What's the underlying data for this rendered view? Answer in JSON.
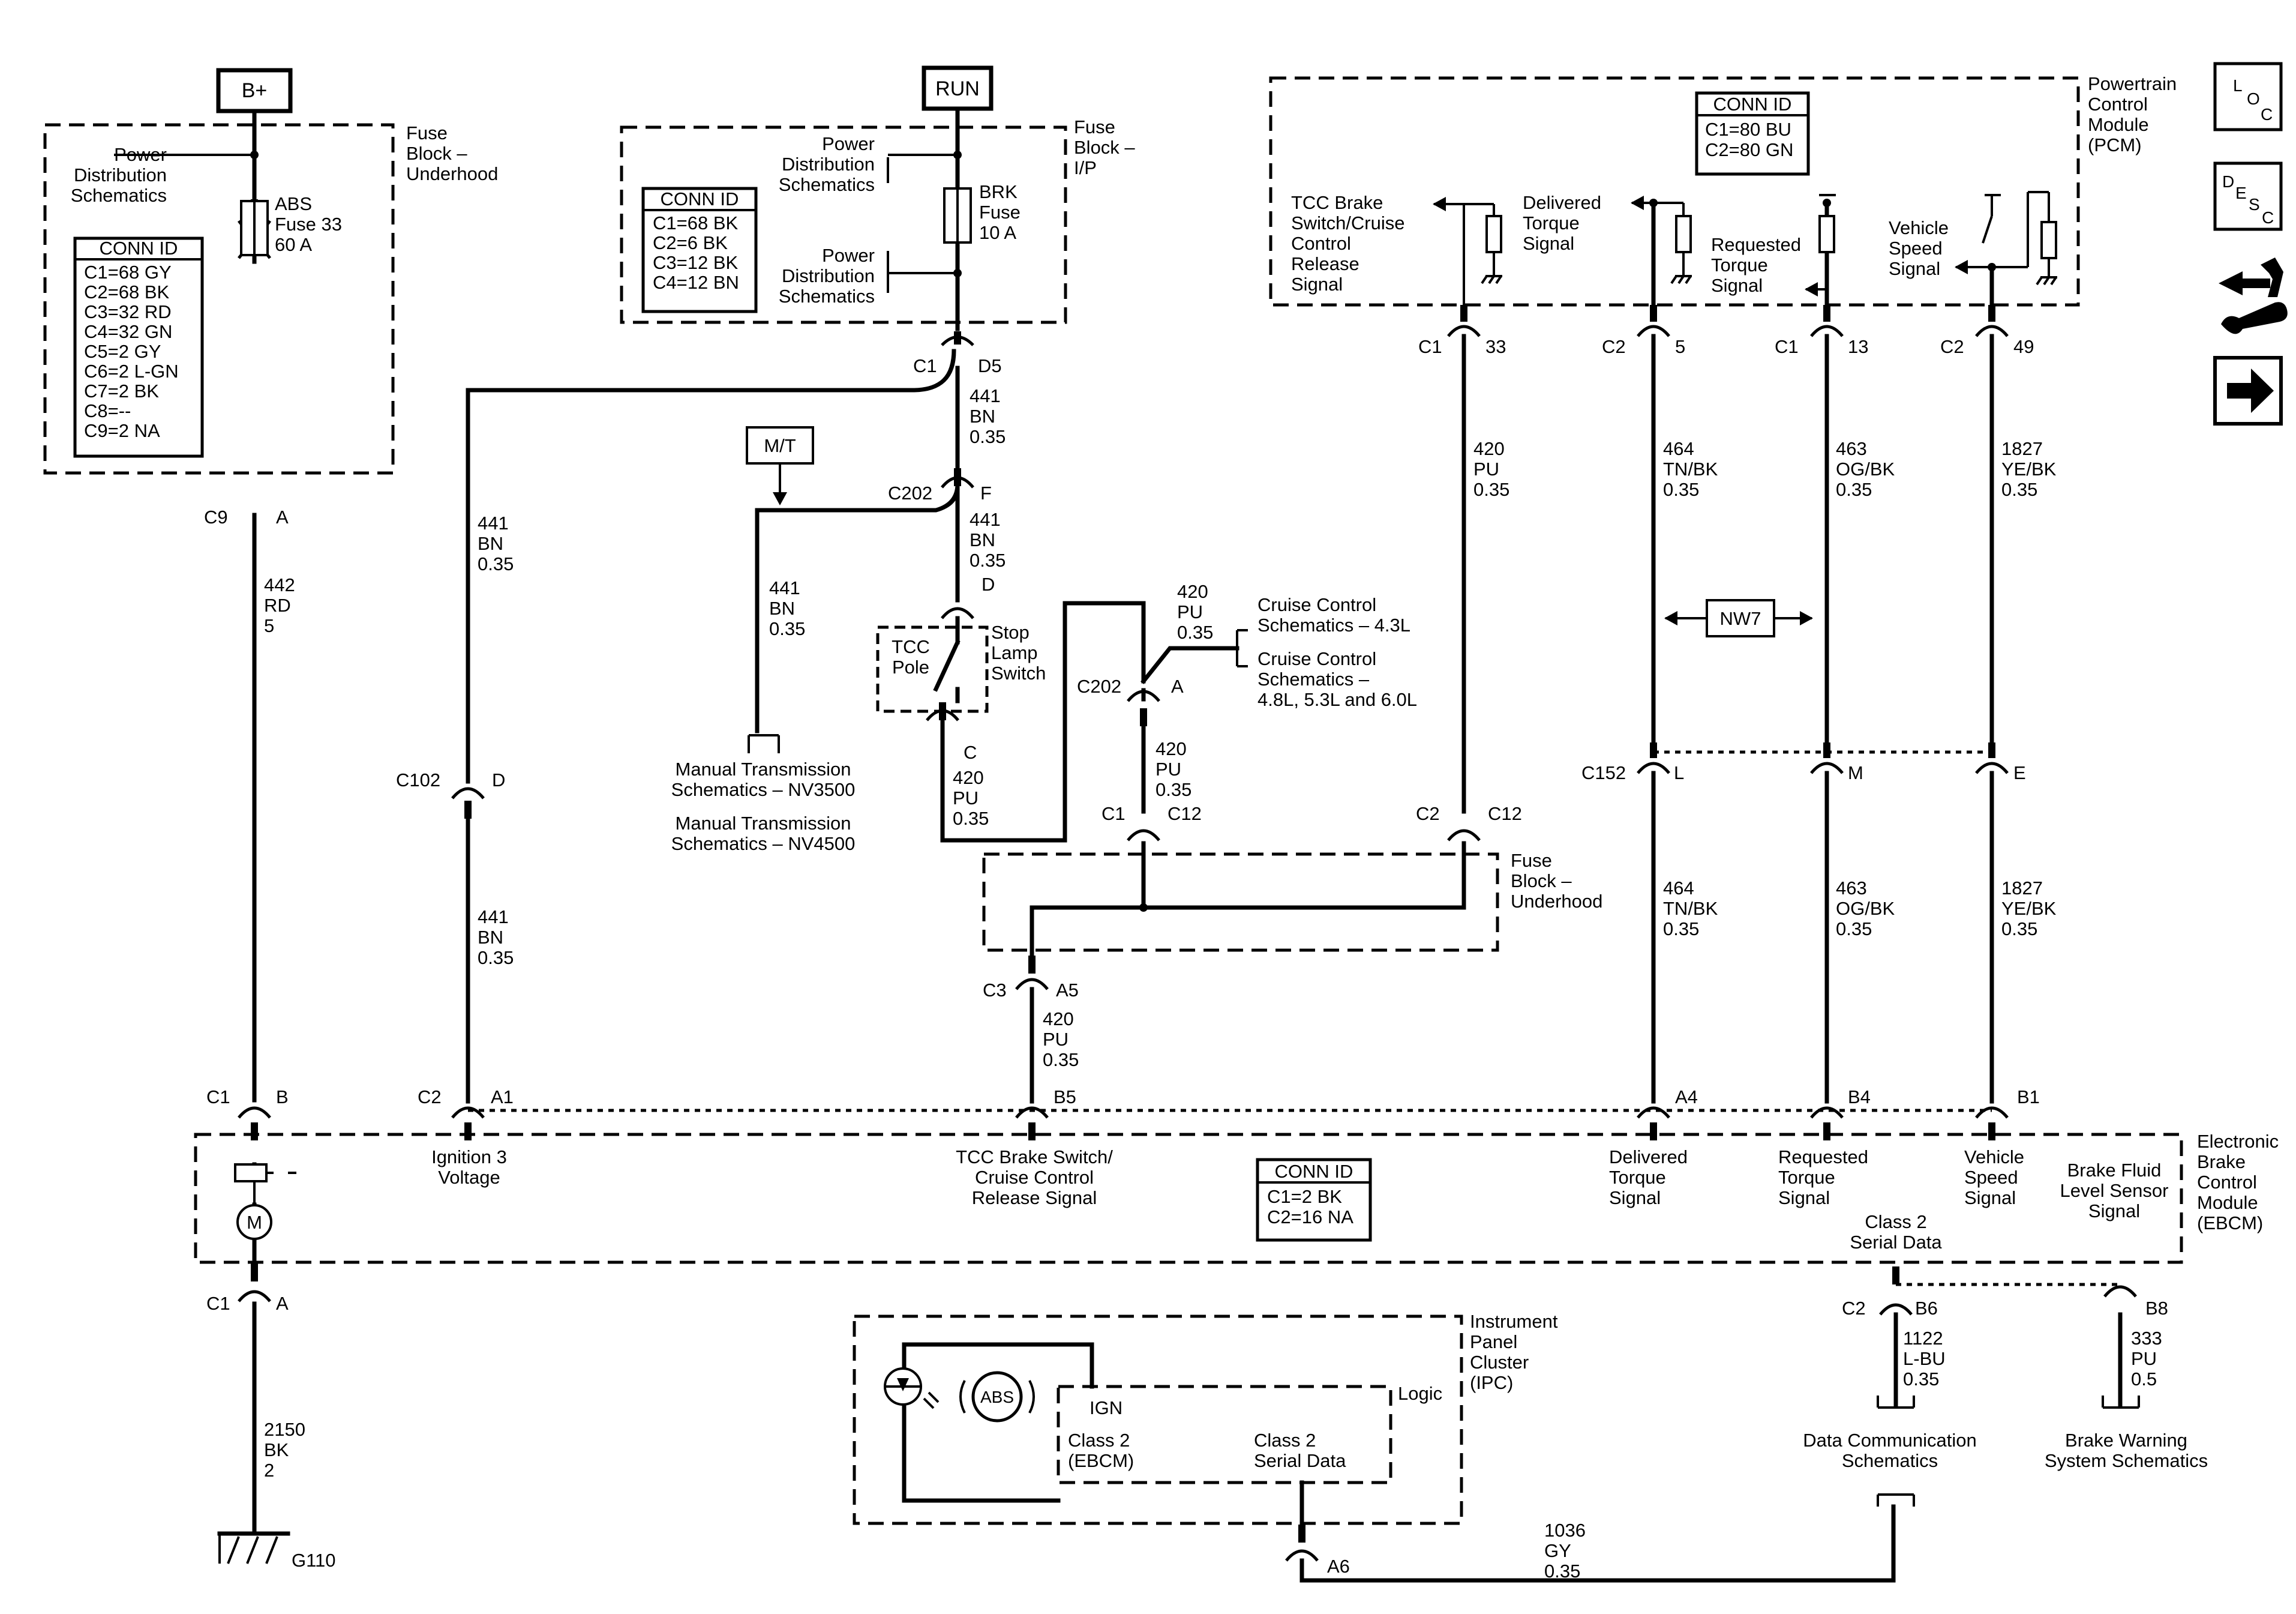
{
  "supplies": {
    "bplus": "B+",
    "run": "RUN",
    "mt": "M/T"
  },
  "nav_icons": {
    "loc": [
      "L",
      "O",
      "C"
    ],
    "desc": [
      "D",
      "E",
      "S",
      "C"
    ]
  },
  "fuse_uh_top": {
    "name": [
      "Fuse",
      "Block –",
      "Underhood"
    ],
    "pds": [
      "Power",
      "Distribution",
      "Schematics"
    ],
    "fuse": [
      "ABS",
      "Fuse 33",
      "60 A"
    ],
    "conn_title": "CONN ID",
    "conn": [
      "C1=68 GY",
      "C2=68 BK",
      "C3=32 RD",
      "C4=32 GN",
      "C5=2 GY",
      "C6=2 L-GN",
      "C7=2 BK",
      "C8=--",
      "C9=2 NA"
    ]
  },
  "fuse_ip": {
    "name": [
      "Fuse",
      "Block –",
      "I/P"
    ],
    "pds1": [
      "Power",
      "Distribution",
      "Schematics"
    ],
    "pds2": [
      "Power",
      "Distribution",
      "Schematics"
    ],
    "fuse": [
      "BRK",
      "Fuse",
      "10 A"
    ],
    "conn_title": "CONN ID",
    "conn": [
      "C1=68 BK",
      "C2=6 BK",
      "C3=12 BK",
      "C4=12 BN"
    ]
  },
  "pcm": {
    "name": [
      "Powertrain",
      "Control",
      "Module",
      "(PCM)"
    ],
    "conn_title": "CONN ID",
    "conn": [
      "C1=80 BU",
      "C2=80 GN"
    ],
    "sig_tcc": [
      "TCC Brake",
      "Switch/Cruise",
      "Control",
      "Release",
      "Signal"
    ],
    "sig_deliv": [
      "Delivered",
      "Torque",
      "Signal"
    ],
    "sig_req": [
      "Requested",
      "Torque",
      "Signal"
    ],
    "sig_vss": [
      "Vehicle",
      "Speed",
      "Signal"
    ]
  },
  "pins": {
    "c9": "C9",
    "a_c9": "A",
    "c1_top": "C1",
    "d5": "D5",
    "c202_f": "C202",
    "f": "F",
    "d_sw": "D",
    "c_sw": "C",
    "c202_a": "C202",
    "a_c202": "A",
    "c1_fb": "C1",
    "c12_fb": "C12",
    "c2_fb": "C2",
    "c12_fb2": "C12",
    "c3": "C3",
    "a5": "A5",
    "c102": "C102",
    "d_c102": "D",
    "c152": "C152",
    "l": "L",
    "m": "M",
    "e": "E",
    "pcm_c1_a": "C1",
    "pcm_33": "33",
    "pcm_c2_a": "C2",
    "pcm_5": "5",
    "pcm_c1_b": "C1",
    "pcm_13": "13",
    "pcm_c2_b": "C2",
    "pcm_49": "49",
    "ebcm_c1_b": "C1",
    "ebcm_b": "B",
    "ebcm_c2_a1": "C2",
    "ebcm_a1": "A1",
    "ebcm_b5": "B5",
    "ebcm_a4": "A4",
    "ebcm_b4": "B4",
    "ebcm_b1": "B1",
    "ebcm_c1_a": "C1",
    "ebcm_a": "A",
    "ebcm_c2_b6": "C2",
    "ebcm_b6": "B6",
    "ebcm_b8": "B8",
    "ipc_a6": "A6",
    "ground": "G110"
  },
  "wires": {
    "w442": [
      "442",
      "RD",
      "5"
    ],
    "w441_c102": [
      "441",
      "BN",
      "0.35"
    ],
    "w441_c102b": [
      "441",
      "BN",
      "0.35"
    ],
    "w441_d5": [
      "441",
      "BN",
      "0.35"
    ],
    "w441_f": [
      "441",
      "BN",
      "0.35"
    ],
    "w441_mt": [
      "441",
      "BN",
      "0.35"
    ],
    "w420_c": [
      "420",
      "PU",
      "0.35"
    ],
    "w420_top": [
      "420",
      "PU",
      "0.35"
    ],
    "w420_a": [
      "420",
      "PU",
      "0.35"
    ],
    "w420_pcm": [
      "420",
      "PU",
      "0.35"
    ],
    "w420_a5": [
      "420",
      "PU",
      "0.35"
    ],
    "w464_top": [
      "464",
      "TN/BK",
      "0.35"
    ],
    "w463_top": [
      "463",
      "OG/BK",
      "0.35"
    ],
    "w1827_top": [
      "1827",
      "YE/BK",
      "0.35"
    ],
    "w464_bot": [
      "464",
      "TN/BK",
      "0.35"
    ],
    "w463_bot": [
      "463",
      "OG/BK",
      "0.35"
    ],
    "w1827_bot": [
      "1827",
      "YE/BK",
      "0.35"
    ],
    "w2150": [
      "2150",
      "BK",
      "2"
    ],
    "w1122": [
      "1122",
      "L-BU",
      "0.35"
    ],
    "w333": [
      "333",
      "PU",
      "0.5"
    ],
    "w1036": [
      "1036",
      "GY",
      "0.35"
    ]
  },
  "misc": {
    "mt_nv3500": [
      "Manual Transmission",
      "Schematics – NV3500"
    ],
    "mt_nv4500": [
      "Manual Transmission",
      "Schematics – NV4500"
    ],
    "tcc_pole": [
      "TCC",
      "Pole"
    ],
    "stop_lamp": [
      "Stop",
      "Lamp",
      "Switch"
    ],
    "cruise_43": [
      "Cruise Control",
      "Schematics – 4.3L"
    ],
    "cruise_48": [
      "Cruise Control",
      "Schematics –",
      "4.8L, 5.3L and 6.0L"
    ],
    "fuse_uh_bot": [
      "Fuse",
      "Block –",
      "Underhood"
    ],
    "nw7": "NW7"
  },
  "ebcm": {
    "name": [
      "Electronic",
      "Brake",
      "Control",
      "Module",
      "(EBCM)"
    ],
    "ign3": [
      "Ignition 3",
      "Voltage"
    ],
    "tcc": [
      "TCC Brake Switch/",
      "Cruise Control",
      "Release Signal"
    ],
    "conn_title": "CONN ID",
    "conn": [
      "C1=2 BK",
      "C2=16 NA"
    ],
    "deliv": [
      "Delivered",
      "Torque",
      "Signal"
    ],
    "req": [
      "Requested",
      "Torque",
      "Signal"
    ],
    "vss": [
      "Vehicle",
      "Speed",
      "Signal"
    ],
    "class2": [
      "Class 2",
      "Serial Data"
    ],
    "bfl": [
      "Brake Fluid",
      "Level Sensor",
      "Signal"
    ],
    "motor": "M"
  },
  "ipc": {
    "name": [
      "Instrument",
      "Panel",
      "Cluster",
      "(IPC)"
    ],
    "logic": "Logic",
    "ign": "IGN",
    "class2_ebcm": [
      "Class 2",
      "(EBCM)"
    ],
    "class2_sd": [
      "Class 2",
      "Serial Data"
    ],
    "abs": "ABS"
  },
  "refs": {
    "data_comm": [
      "Data Communication",
      "Schematics"
    ],
    "brake_warn": [
      "Brake Warning",
      "System Schematics"
    ]
  }
}
